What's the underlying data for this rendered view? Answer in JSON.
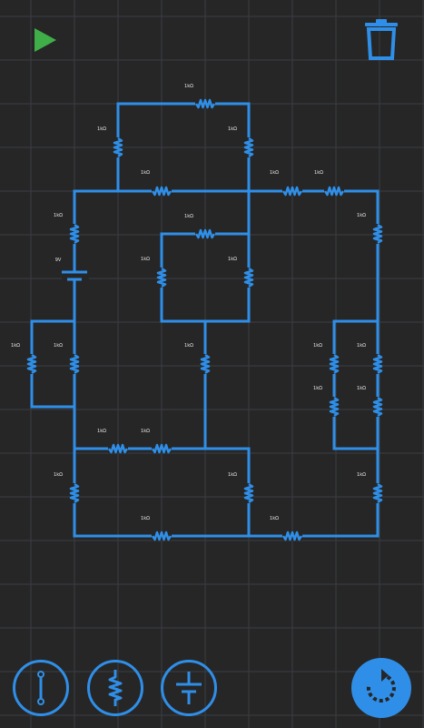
{
  "colors": {
    "background": "#262626",
    "grid": "#3a3d44",
    "wire": "#2f8fe8",
    "label": "#e6e6e6",
    "play": "#3fae49",
    "accent": "#2f8fe8"
  },
  "toolbar": {
    "play_icon": "play-icon",
    "trash_icon": "trash-icon",
    "tools": [
      {
        "name": "wire-tool",
        "icon": "wire-icon"
      },
      {
        "name": "resistor-tool",
        "icon": "resistor-icon"
      },
      {
        "name": "battery-tool",
        "icon": "battery-icon"
      }
    ],
    "reset_icon": "rotate-icon"
  },
  "circuit": {
    "resistor_label": "1kΩ",
    "battery_label": "9V"
  }
}
